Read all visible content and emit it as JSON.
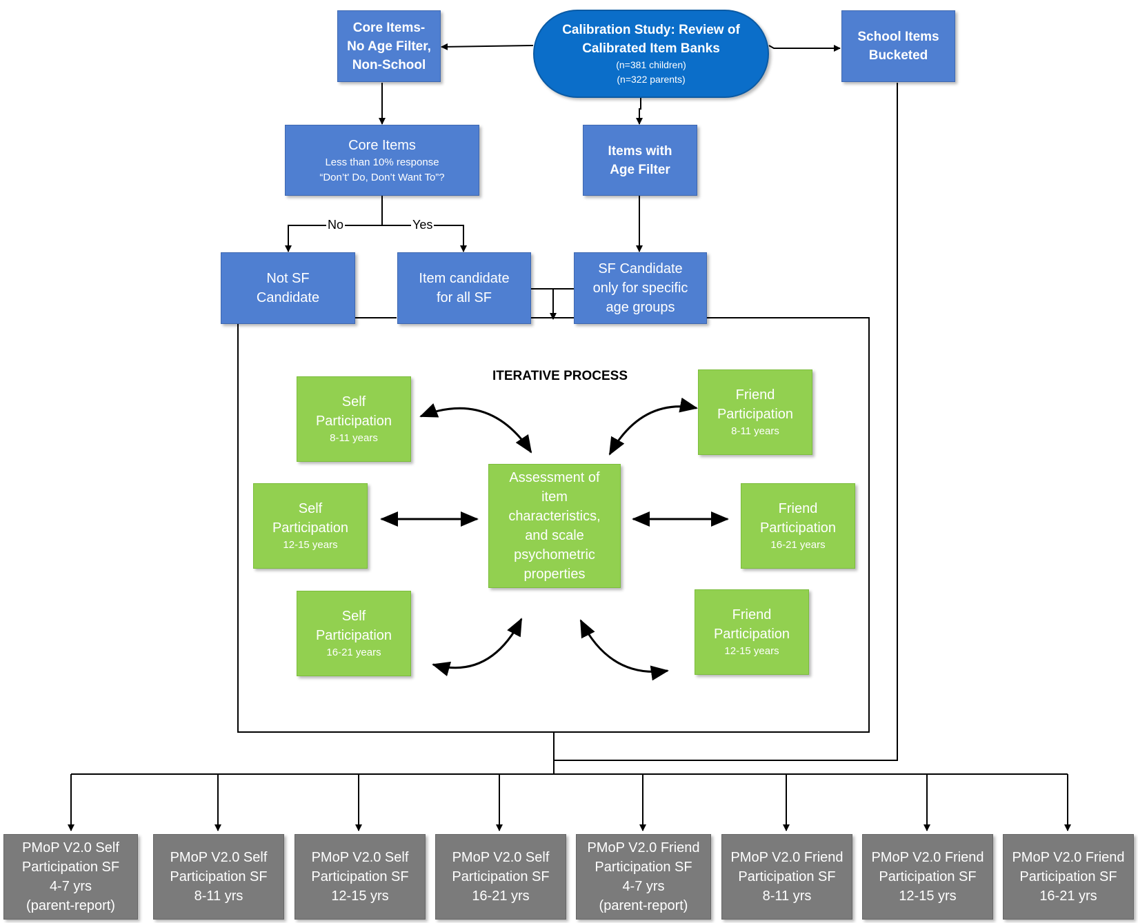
{
  "calibration": {
    "title_line1": "Calibration Study: Review of",
    "title_line2": "Calibrated Item Banks",
    "note1": "(n=381 children)",
    "note2": "(n=322 parents)"
  },
  "core_no_filter": {
    "l1": "Core Items-",
    "l2": "No Age Filter,",
    "l3": "Non-School"
  },
  "school_items": {
    "l1": "School Items",
    "l2": "Bucketed"
  },
  "core_items": {
    "title": "Core Items",
    "q1": "Less than 10% response",
    "q2": "“Don’t' Do, Don’t Want To”?"
  },
  "age_filter": {
    "l1": "Items with",
    "l2": "Age Filter"
  },
  "branch": {
    "no": "No",
    "yes": "Yes"
  },
  "not_sf": {
    "l1": "Not SF",
    "l2": "Candidate"
  },
  "all_sf": {
    "l1": "Item candidate",
    "l2": "for all SF"
  },
  "specific_sf": {
    "l1": "SF Candidate",
    "l2": "only for specific",
    "l3": "age groups"
  },
  "iterative_label": "ITERATIVE PROCESS",
  "assessment": {
    "l1": "Assessment of",
    "l2": "item",
    "l3": "characteristics,",
    "l4": "and scale",
    "l5": "psychometric",
    "l6": "properties"
  },
  "green_boxes": [
    {
      "l1": "Self",
      "l2": "Participation",
      "age": "8-11 years"
    },
    {
      "l1": "Self",
      "l2": "Participation",
      "age": "12-15 years"
    },
    {
      "l1": "Self",
      "l2": "Participation",
      "age": "16-21 years"
    },
    {
      "l1": "Friend",
      "l2": "Participation",
      "age": "8-11 years"
    },
    {
      "l1": "Friend",
      "l2": "Participation",
      "age": "16-21 years"
    },
    {
      "l1": "Friend",
      "l2": "Participation",
      "age": "12-15 years"
    }
  ],
  "outputs": [
    {
      "l1": "PMoP V2.0 Self",
      "l2": "Participation SF",
      "l3": "4-7 yrs",
      "l4": "(parent-report)"
    },
    {
      "l1": "PMoP V2.0 Self",
      "l2": "Participation SF",
      "l3": "8-11 yrs",
      "l4": ""
    },
    {
      "l1": "PMoP V2.0 Self",
      "l2": "Participation SF",
      "l3": "12-15 yrs",
      "l4": ""
    },
    {
      "l1": "PMoP V2.0 Self",
      "l2": "Participation SF",
      "l3": "16-21 yrs",
      "l4": ""
    },
    {
      "l1": "PMoP V2.0 Friend",
      "l2": "Participation SF",
      "l3": "4-7 yrs",
      "l4": "(parent-report)"
    },
    {
      "l1": "PMoP V2.0 Friend",
      "l2": "Participation SF",
      "l3": "8-11 yrs",
      "l4": ""
    },
    {
      "l1": "PMoP V2.0 Friend",
      "l2": "Participation SF",
      "l3": "12-15 yrs",
      "l4": ""
    },
    {
      "l1": "PMoP V2.0 Friend",
      "l2": "Participation SF",
      "l3": "16-21 yrs",
      "l4": ""
    }
  ]
}
